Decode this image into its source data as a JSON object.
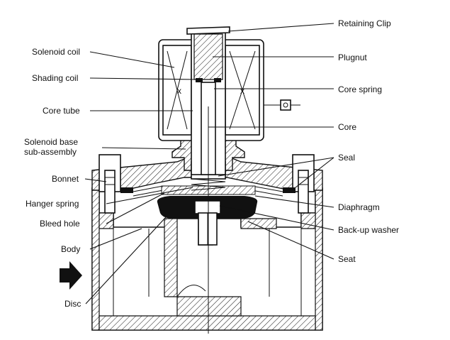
{
  "labels": {
    "retaining_clip": "Retaining Clip",
    "solenoid_coil": "Solenoid coil",
    "plugnut": "Plugnut",
    "shading_coil": "Shading coil",
    "core_spring": "Core spring",
    "core_tube": "Core tube",
    "core": "Core",
    "solenoid_base_line1": "Solenoid base",
    "solenoid_base_line2": "sub-assembly",
    "seal": "Seal",
    "bonnet": "Bonnet",
    "hanger_spring": "Hanger spring",
    "diaphragm": "Diaphragm",
    "bleed_hole": "Bleed hole",
    "backup_washer": "Back-up washer",
    "body": "Body",
    "seat": "Seat",
    "disc": "Disc"
  },
  "coil_marks": {
    "left": "x",
    "right": "x"
  },
  "icons": {
    "flow_arrow": "flow-direction-arrow-icon",
    "connector": "electrical-connector-icon"
  }
}
